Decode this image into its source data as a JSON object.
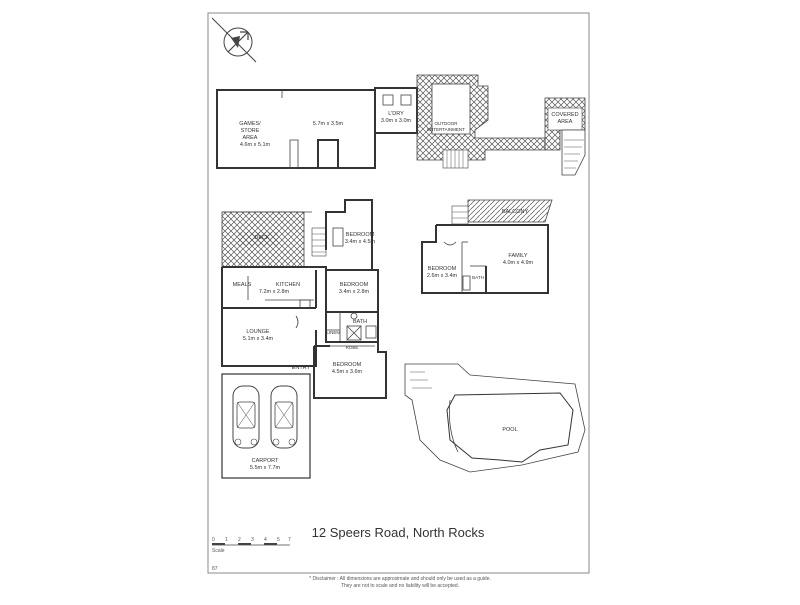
{
  "plan": {
    "address": "12 Speers Road, North Rocks",
    "scale_label": "Scale",
    "scale_ticks": [
      "0",
      "1",
      "2",
      "3",
      "4",
      "5",
      "7"
    ],
    "ref_code": "87",
    "disclaimer_line1": "* Disclaimer : All dimensions are approximate and should only be used as a guide.",
    "disclaimer_line2": "They are not to scale and no liability will be accepted.",
    "rooms": {
      "games_name": "GAMES/",
      "games_name2": "STORE",
      "games_name3": "AREA",
      "games_dim": "4.6m x 5.1m",
      "games_dim2": "5.7m x 3.5m",
      "ldry_name": "L'DRY",
      "ldry_dim": "3.0m x 3.0m",
      "outdoor_name": "OUTDOOR",
      "outdoor_name2": "ENTERTAINMENT",
      "covered_name": "COVERED",
      "covered_name2": "AREA",
      "deck_name": "DECK",
      "bed1_name": "BEDROOM",
      "bed1_dim": "3.4m x 4.5m",
      "meals_name": "MEALS",
      "kitchen_name": "KITCHEN",
      "kitchen_dim": "7.2m x 2.8m",
      "bed2_name": "BEDROOM",
      "bed2_dim": "3.4m x 2.8m",
      "lounge_name": "LOUNGE",
      "lounge_dim": "5.1m x 3.4m",
      "bath_name": "BATH",
      "linen_name": "LINEN",
      "robe_name": "ROBE",
      "entry_name": "ENTRY",
      "bed3_name": "BEDROOM",
      "bed3_dim": "4.5m x 3.6m",
      "carport_name": "CARPORT",
      "carport_dim": "5.5m x 7.7m",
      "balcony_name": "BALCONY",
      "family_name": "FAMILY",
      "family_dim": "4.0m x 4.9m",
      "bed4_name": "BEDROOM",
      "bed4_dim": "2.6m x 3.4m",
      "bath2_name": "BATH",
      "pool_name": "POOL"
    }
  }
}
